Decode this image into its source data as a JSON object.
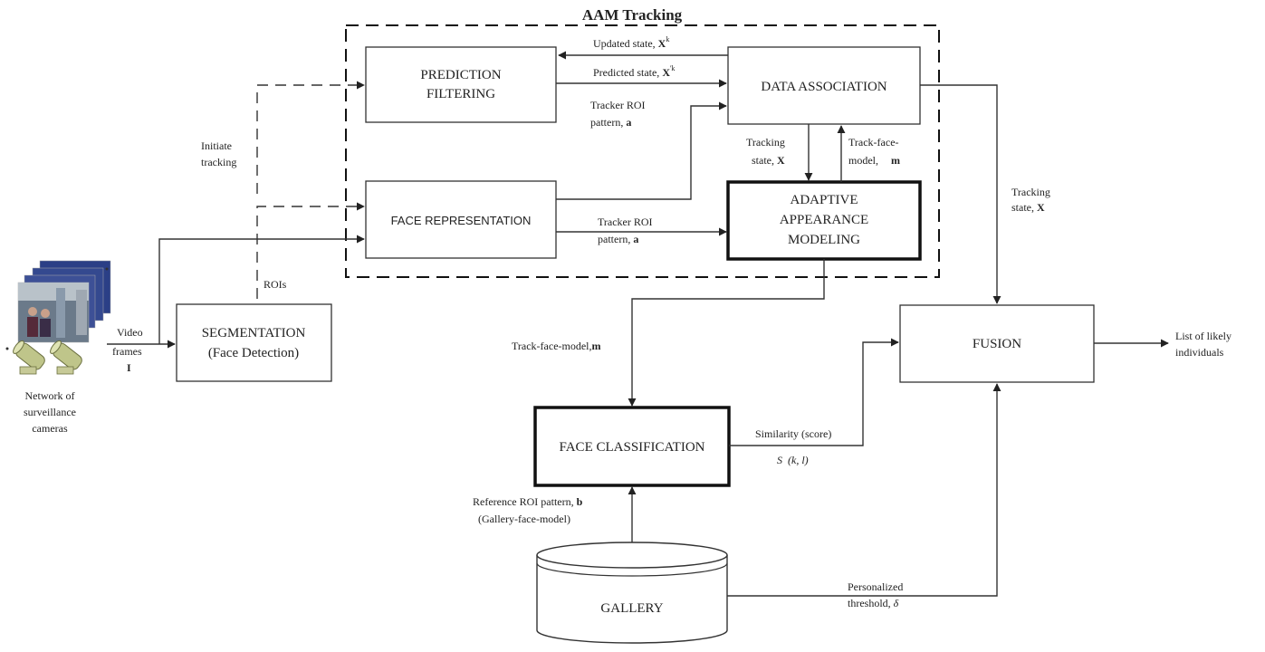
{
  "title": "AAM Tracking",
  "boxes": {
    "prediction_line1": "PREDICTION",
    "prediction_line2": "FILTERING",
    "data_association": "DATA ASSOCIATION",
    "face_representation": "FACE REPRESENTATION",
    "adaptive_line1": "ADAPTIVE",
    "adaptive_line2": "APPEARANCE",
    "adaptive_line3": "MODELING",
    "segmentation_line1": "SEGMENTATION",
    "segmentation_line2": "(Face Detection)",
    "fusion": "FUSION",
    "face_classification": "FACE CLASSIFICATION",
    "gallery": "GALLERY"
  },
  "labels": {
    "updated_state": "Updated state,",
    "updated_state_sym": "X",
    "updated_state_sup": "k",
    "predicted_state": "Predicted state,",
    "predicted_state_sym": "X",
    "predicted_state_sup": "'k",
    "tracker_roi_top_1": "Tracker ROI",
    "tracker_roi_top_2": "pattern,",
    "tracker_roi_top_sym": "a",
    "tracking_state_1": "Tracking",
    "tracking_state_2": "state,",
    "tracking_state_sym": "X",
    "track_face_model_1": "Track-face-",
    "track_face_model_2": "model,",
    "track_face_model_sym": "m",
    "initiate_1": "Initiate",
    "initiate_2": "tracking",
    "tracker_roi_mid_1": "Tracker ROI",
    "tracker_roi_mid_2": "pattern,",
    "tracker_roi_mid_sym": "a",
    "rois": "ROIs",
    "video_1": "Video",
    "video_2": "frames",
    "video_sym": "I",
    "cameras_1": "Network of",
    "cameras_2": "surveillance",
    "cameras_3": "cameras",
    "tracking_state_right_1": "Tracking",
    "tracking_state_right_2": "state,",
    "tracking_state_right_sym": "X",
    "track_face_model_left": "Track-face-model,",
    "track_face_model_left_sym": "m",
    "output_1": "List of likely",
    "output_2": "individuals",
    "similarity": "Similarity (score)",
    "similarity_sym": "S",
    "similarity_args": "(k, l)",
    "reference_1": "Reference ROI pattern,",
    "reference_sym": "b",
    "reference_2": "(Gallery-face-model)",
    "personalized_1": "Personalized",
    "personalized_2": "threshold,",
    "personalized_sym": "δ"
  },
  "colors": {
    "stroke": "#333333",
    "background": "#ffffff"
  }
}
